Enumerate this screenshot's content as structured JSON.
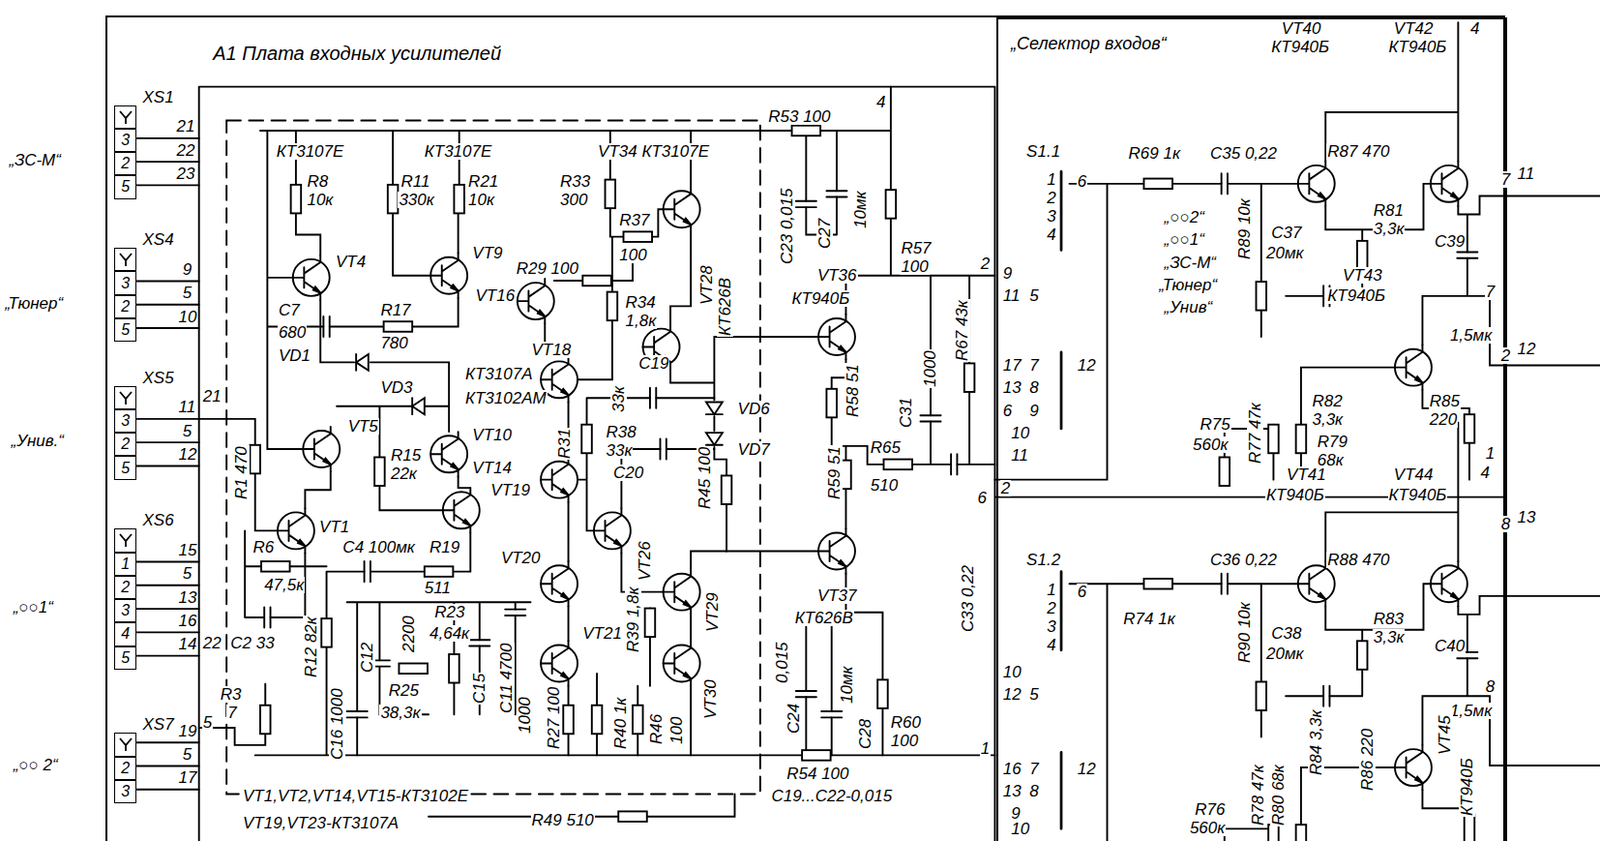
{
  "diagram": {
    "nodes": [
      {
        "text": [
          "A1 Плата входных усилителей"
        ]
      },
      {
        "text": [
          "„Селектор входов“"
        ],
        "in": 0
      },
      {
        "text": [
          "XS1",
          "3",
          "2",
          "5"
        ],
        "in": 0
      },
      {
        "text": [
          "XS4",
          "3",
          "2",
          "5"
        ],
        "in": 0
      },
      {
        "text": [
          "XS5",
          "3",
          "2",
          "5"
        ],
        "in": 0
      },
      {
        "text": [
          "XS6",
          "1",
          "2",
          "3",
          "4",
          "5"
        ],
        "in": 0
      },
      {
        "text": [
          "XS7",
          "2",
          "3"
        ],
        "in": 0
      }
    ],
    "labels": [
      "„ЗС-М“",
      "„Тюнер“",
      "„Унив.“",
      "„○○1“",
      "„○○ 2“",
      "21",
      "22",
      "23",
      "9",
      "5",
      "10",
      "11",
      "5",
      "12",
      "15",
      "5",
      "13",
      "16",
      "14",
      "19",
      "5",
      "17",
      "21",
      "22",
      "5",
      "КТ3107Е",
      "КТ3107Е",
      "VT34 КТ3107Е",
      "R8",
      "10к",
      "R11",
      "330к",
      "R21",
      "10к",
      "R33",
      "300",
      "R37",
      "100",
      "VT28",
      "КТ626В",
      "VT4",
      "VT9",
      "R29 100",
      "VT16",
      "C7",
      "680",
      "R17",
      "780",
      "R34",
      "1,8к",
      "VD1",
      "VT18",
      "КТ3107А",
      "C19",
      "VD3",
      "КТ3102АМ",
      "33к",
      "R31",
      "R38",
      "33к",
      "C20",
      "VD6",
      "VD7",
      "R45 100",
      "VT5",
      "VT10",
      "VT14",
      "VT19",
      "R15",
      "22к",
      "VT1",
      "VT20",
      "VT26",
      "VT21",
      "VT29",
      "VT30",
      "R1 470",
      "R6",
      "47,5к",
      "C4 100мк",
      "R19",
      "511",
      "C2 33",
      "R3",
      "7",
      "R12 82к",
      "C16 1000",
      "C12",
      "2200",
      "R23",
      "4,64к",
      "C15",
      "R25",
      "38,3к",
      "C11 4700",
      "1000",
      "R27 100",
      "R40 1к",
      "R39 1,8к",
      "R46",
      "100",
      "VT36",
      "КТ940Б",
      "C23 0,015",
      "C27",
      "10мк",
      "R57",
      "100",
      "R53 100",
      "4",
      "R58 51",
      "R59 51",
      "R65",
      "510",
      "C31",
      "1000",
      "R67 43к",
      "VT37",
      "КТ626В",
      "C33 0,22",
      "2",
      "6",
      "1",
      "C24",
      "0,015",
      "10мк",
      "C28",
      "R60",
      "100",
      "R54 100",
      "C19...C22-0,015",
      "VT1,VT2,VT14,VT15-КТ3102Е",
      "VT19,VT23-КТ3107А",
      "R49 510",
      "VT40",
      "КТ940Б",
      "VT42",
      "КТ940Б",
      "4",
      "S1.1",
      "R69 1к",
      "C35 0,22",
      "1",
      "2",
      "3",
      "4",
      "6",
      "„○○2“",
      "„○○1“",
      "„ЗС-М“",
      "„Тюнер“",
      "„Унив“",
      "9",
      "11",
      "5",
      "17",
      "7",
      "13",
      "8",
      "6",
      "9",
      "10",
      "11",
      "12",
      "2",
      "R89 10к",
      "C37",
      "20мк",
      "R87 470",
      "R81",
      "3,3к",
      "C39",
      "7",
      "VT43",
      "КТ940Б",
      "1,5мк",
      "7",
      "11",
      "2",
      "12",
      "8",
      "13",
      "R75",
      "560к",
      "R77 47к",
      "R82",
      "3,3к",
      "R79",
      "68к",
      "R85",
      "220",
      "1",
      "4",
      "VT41",
      "КТ940Б",
      "VT44",
      "КТ940Б",
      "S1.2",
      "C36 0,22",
      "R74 1к",
      "6",
      "1",
      "2",
      "3",
      "4",
      "10",
      "12",
      "5",
      "16",
      "7",
      "13",
      "8",
      "9",
      "10",
      "12",
      "R90 10к",
      "C38",
      "20мк",
      "R88 470",
      "R83",
      "3,3к",
      "C40",
      "8",
      "1,5мк",
      "R84 3,3к",
      "R86 220",
      "VT45",
      "КТ940Б",
      "R76",
      "560к",
      "R78 47к",
      "R80 68к"
    ]
  }
}
